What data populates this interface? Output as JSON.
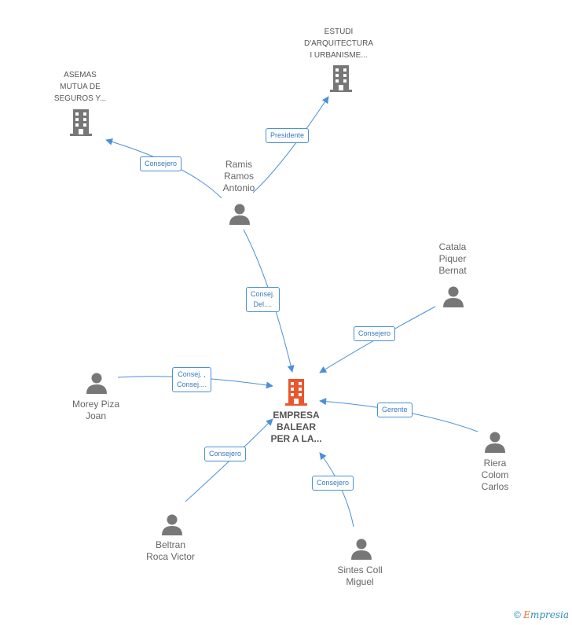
{
  "nodes": {
    "empresa": {
      "label": "EMPRESA\nBALEAR\nPER A LA...",
      "icon": "building-icon",
      "color": "#e8572e"
    },
    "asemas": {
      "label": "ASEMAS\nMUTUA DE\nSEGUROS Y...",
      "icon": "building-icon",
      "color": "#777777"
    },
    "estudi": {
      "label": "ESTUDI\nD'ARQUITECTURA\nI URBANISME...",
      "icon": "building-icon",
      "color": "#777777"
    },
    "ramis": {
      "label": "Ramis\nRamos\nAntonio",
      "icon": "person-icon"
    },
    "catala": {
      "label": "Catala\nPiquer\nBernat",
      "icon": "person-icon"
    },
    "morey": {
      "label": "Morey Piza\nJoan",
      "icon": "person-icon"
    },
    "riera": {
      "label": "Riera\nColom\nCarlos",
      "icon": "person-icon"
    },
    "beltran": {
      "label": "Beltran\nRoca Victor",
      "icon": "person-icon"
    },
    "sintes": {
      "label": "Sintes Coll\nMiguel",
      "icon": "person-icon"
    }
  },
  "edges": {
    "ramis_asemas": "Consejero",
    "ramis_estudi": "Presidente",
    "ramis_empresa": "Consej.\nDel....",
    "catala_empresa": "Consejero",
    "morey_empresa": "Consej. ,\nConsej....",
    "riera_empresa": "Gerente",
    "beltran_empresa": "Consejero",
    "sintes_empresa": "Consejero"
  },
  "colors": {
    "edge": "#4a90d9",
    "person": "#777777",
    "main": "#e8572e"
  },
  "footer": {
    "copyright": "©",
    "brand_e": "E",
    "brand_rest": "mpresia"
  }
}
